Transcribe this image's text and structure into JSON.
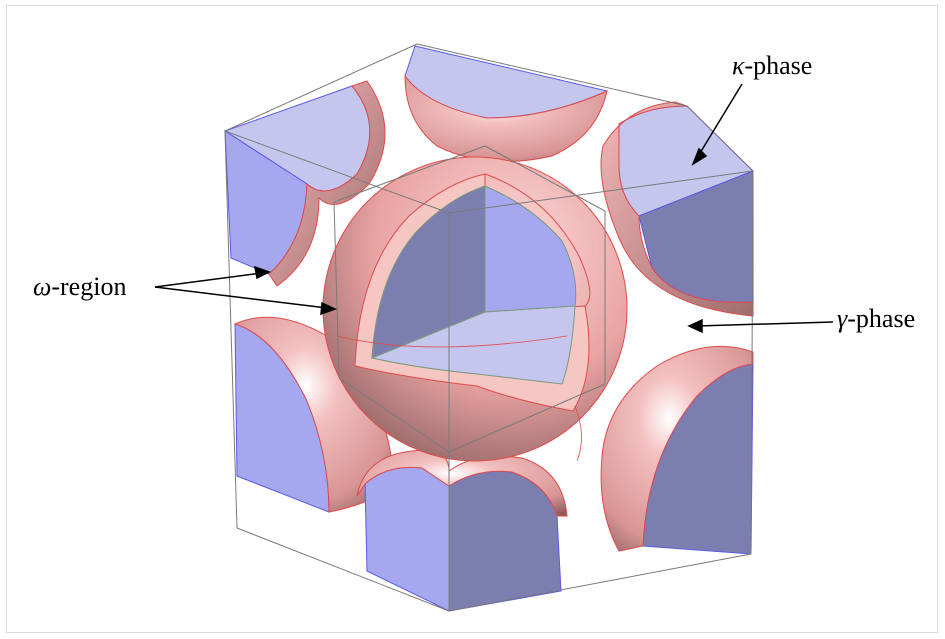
{
  "figure": {
    "labels": {
      "kappa": {
        "symbol": "κ",
        "suffix": "-phase"
      },
      "omega": {
        "symbol": "ω",
        "suffix": "-region"
      },
      "gamma": {
        "symbol": "γ",
        "suffix": "-phase"
      }
    },
    "colors": {
      "kappa_face_light": "#c4c6ee",
      "kappa_face_mid": "#a6a8ef",
      "kappa_face_dark": "#7d7eb0",
      "omega_shell": "#f1a9aa",
      "omega_rim": "#f6c6c3",
      "omega_outline": "#e04a4a",
      "kappa_edge": "#5a5ae6",
      "frame_line": "#7a7a7a",
      "arrow": "#000000"
    }
  }
}
